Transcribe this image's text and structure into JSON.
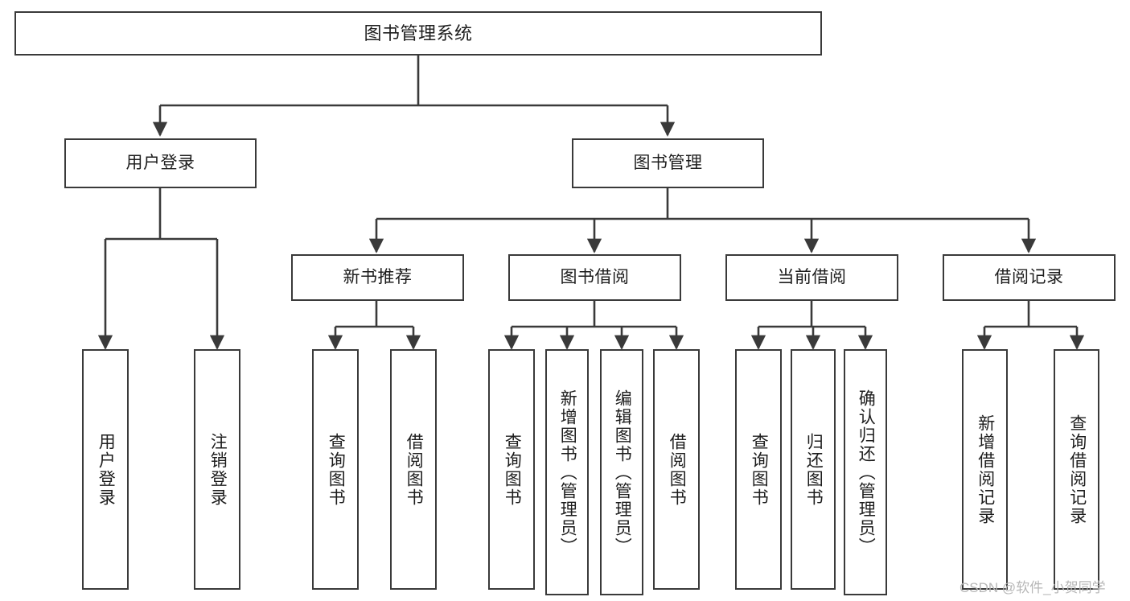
{
  "diagram": {
    "type": "tree-hierarchy",
    "title": "图书管理系统",
    "orientation": "top-down",
    "colors": {
      "box_border": "#3a3a3a",
      "box_fill": "#ffffff",
      "connector": "#3a3a3a",
      "text": "#1d1d1d",
      "watermark": "#b7b7b7",
      "background": "#ffffff"
    },
    "levels": {
      "root": "图书管理系统",
      "level2": [
        "用户登录",
        "图书管理"
      ],
      "level3": [
        "新书推荐",
        "图书借阅",
        "当前借阅",
        "借阅记录"
      ]
    }
  },
  "nodes": {
    "root": {
      "label": "图书管理系统"
    },
    "user_login": {
      "label": "用户登录"
    },
    "book_manage": {
      "label": "图书管理"
    },
    "new_book_rec": {
      "label": "新书推荐"
    },
    "book_borrow": {
      "label": "图书借阅"
    },
    "current_borrow": {
      "label": "当前借阅"
    },
    "borrow_record": {
      "label": "借阅记录"
    },
    "leaves": {
      "user_login_1": {
        "label": "用户登录"
      },
      "user_login_2": {
        "label": "注销登录"
      },
      "new_book_1": {
        "label": "查询图书"
      },
      "new_book_2": {
        "label": "借阅图书"
      },
      "borrow_1": {
        "label": "查询图书"
      },
      "borrow_2": {
        "label": "新增图书（管理员）"
      },
      "borrow_3": {
        "label": "编辑图书（管理员）"
      },
      "borrow_4": {
        "label": "借阅图书"
      },
      "current_1": {
        "label": "查询图书"
      },
      "current_2": {
        "label": "归还图书"
      },
      "current_3": {
        "label": "确认归还（管理员）"
      },
      "record_1": {
        "label": "新增借阅记录"
      },
      "record_2": {
        "label": "查询借阅记录"
      }
    }
  },
  "watermark": {
    "text": "CSDN @软件_小贺同学"
  }
}
